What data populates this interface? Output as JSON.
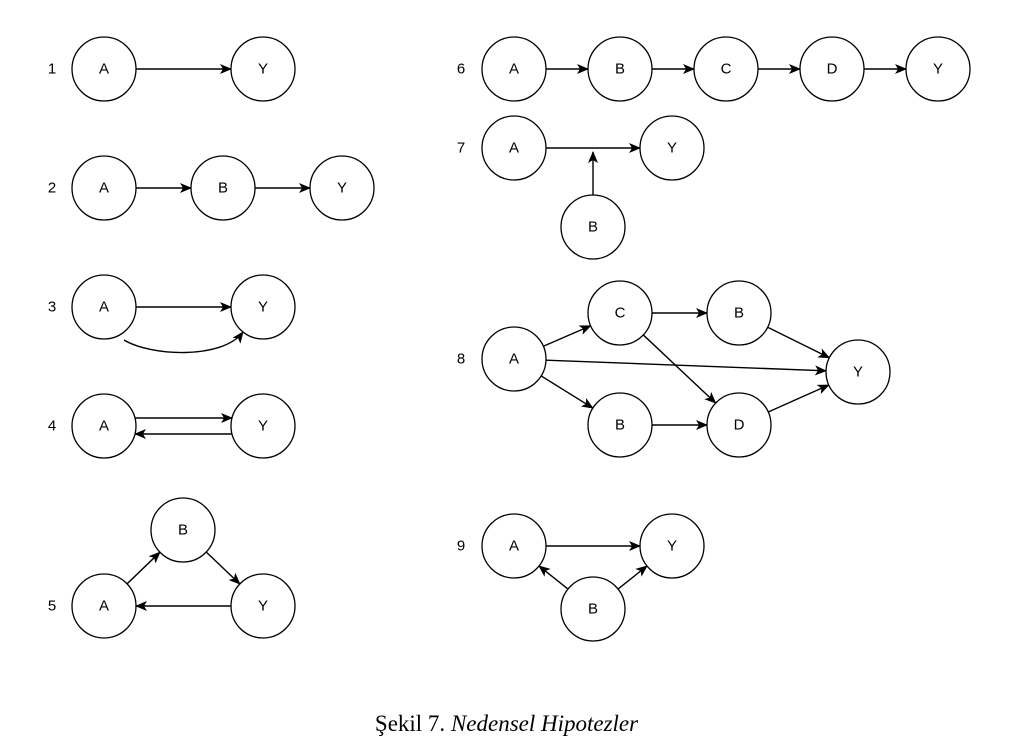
{
  "caption": {
    "prefix": "Şekil 7.",
    "title": "Nedensel Hipotezler"
  },
  "diagrams": [
    {
      "number": "1",
      "nodes": [
        {
          "id": "A",
          "label": "A"
        },
        {
          "id": "Y",
          "label": "Y"
        }
      ],
      "edges": [
        {
          "from": "A",
          "to": "Y"
        }
      ]
    },
    {
      "number": "2",
      "nodes": [
        {
          "id": "A",
          "label": "A"
        },
        {
          "id": "B",
          "label": "B"
        },
        {
          "id": "Y",
          "label": "Y"
        }
      ],
      "edges": [
        {
          "from": "A",
          "to": "B"
        },
        {
          "from": "B",
          "to": "Y"
        }
      ]
    },
    {
      "number": "3",
      "nodes": [
        {
          "id": "A",
          "label": "A"
        },
        {
          "id": "Y",
          "label": "Y"
        }
      ],
      "edges": [
        {
          "from": "A",
          "to": "Y"
        },
        {
          "from": "A",
          "to": "Y",
          "style": "curved"
        }
      ]
    },
    {
      "number": "4",
      "nodes": [
        {
          "id": "A",
          "label": "A"
        },
        {
          "id": "Y",
          "label": "Y"
        }
      ],
      "edges": [
        {
          "from": "A",
          "to": "Y"
        },
        {
          "from": "Y",
          "to": "A"
        }
      ]
    },
    {
      "number": "5",
      "nodes": [
        {
          "id": "B",
          "label": "B"
        },
        {
          "id": "A",
          "label": "A"
        },
        {
          "id": "Y",
          "label": "Y"
        }
      ],
      "edges": [
        {
          "from": "A",
          "to": "B"
        },
        {
          "from": "B",
          "to": "Y"
        },
        {
          "from": "Y",
          "to": "A"
        }
      ]
    },
    {
      "number": "6",
      "nodes": [
        {
          "id": "A",
          "label": "A"
        },
        {
          "id": "B",
          "label": "B"
        },
        {
          "id": "C",
          "label": "C"
        },
        {
          "id": "D",
          "label": "D"
        },
        {
          "id": "Y",
          "label": "Y"
        }
      ],
      "edges": [
        {
          "from": "A",
          "to": "B"
        },
        {
          "from": "B",
          "to": "C"
        },
        {
          "from": "C",
          "to": "D"
        },
        {
          "from": "D",
          "to": "Y"
        }
      ]
    },
    {
      "number": "7",
      "nodes": [
        {
          "id": "A",
          "label": "A"
        },
        {
          "id": "Y",
          "label": "Y"
        },
        {
          "id": "B",
          "label": "B"
        }
      ],
      "edges": [
        {
          "from": "A",
          "to": "Y"
        },
        {
          "from": "B",
          "to": "A-Y edge",
          "style": "moderator"
        }
      ]
    },
    {
      "number": "8",
      "nodes": [
        {
          "id": "A",
          "label": "A"
        },
        {
          "id": "C",
          "label": "C"
        },
        {
          "id": "B1",
          "label": "B"
        },
        {
          "id": "B2",
          "label": "B"
        },
        {
          "id": "D",
          "label": "D"
        },
        {
          "id": "Y",
          "label": "Y"
        }
      ],
      "edges": [
        {
          "from": "A",
          "to": "C"
        },
        {
          "from": "A",
          "to": "B2"
        },
        {
          "from": "A",
          "to": "Y"
        },
        {
          "from": "C",
          "to": "B1"
        },
        {
          "from": "C",
          "to": "D"
        },
        {
          "from": "B2",
          "to": "D"
        },
        {
          "from": "B1",
          "to": "Y"
        },
        {
          "from": "D",
          "to": "Y"
        }
      ]
    },
    {
      "number": "9",
      "nodes": [
        {
          "id": "A",
          "label": "A"
        },
        {
          "id": "Y",
          "label": "Y"
        },
        {
          "id": "B",
          "label": "B"
        }
      ],
      "edges": [
        {
          "from": "A",
          "to": "Y"
        },
        {
          "from": "B",
          "to": "A"
        },
        {
          "from": "B",
          "to": "Y"
        }
      ]
    }
  ]
}
